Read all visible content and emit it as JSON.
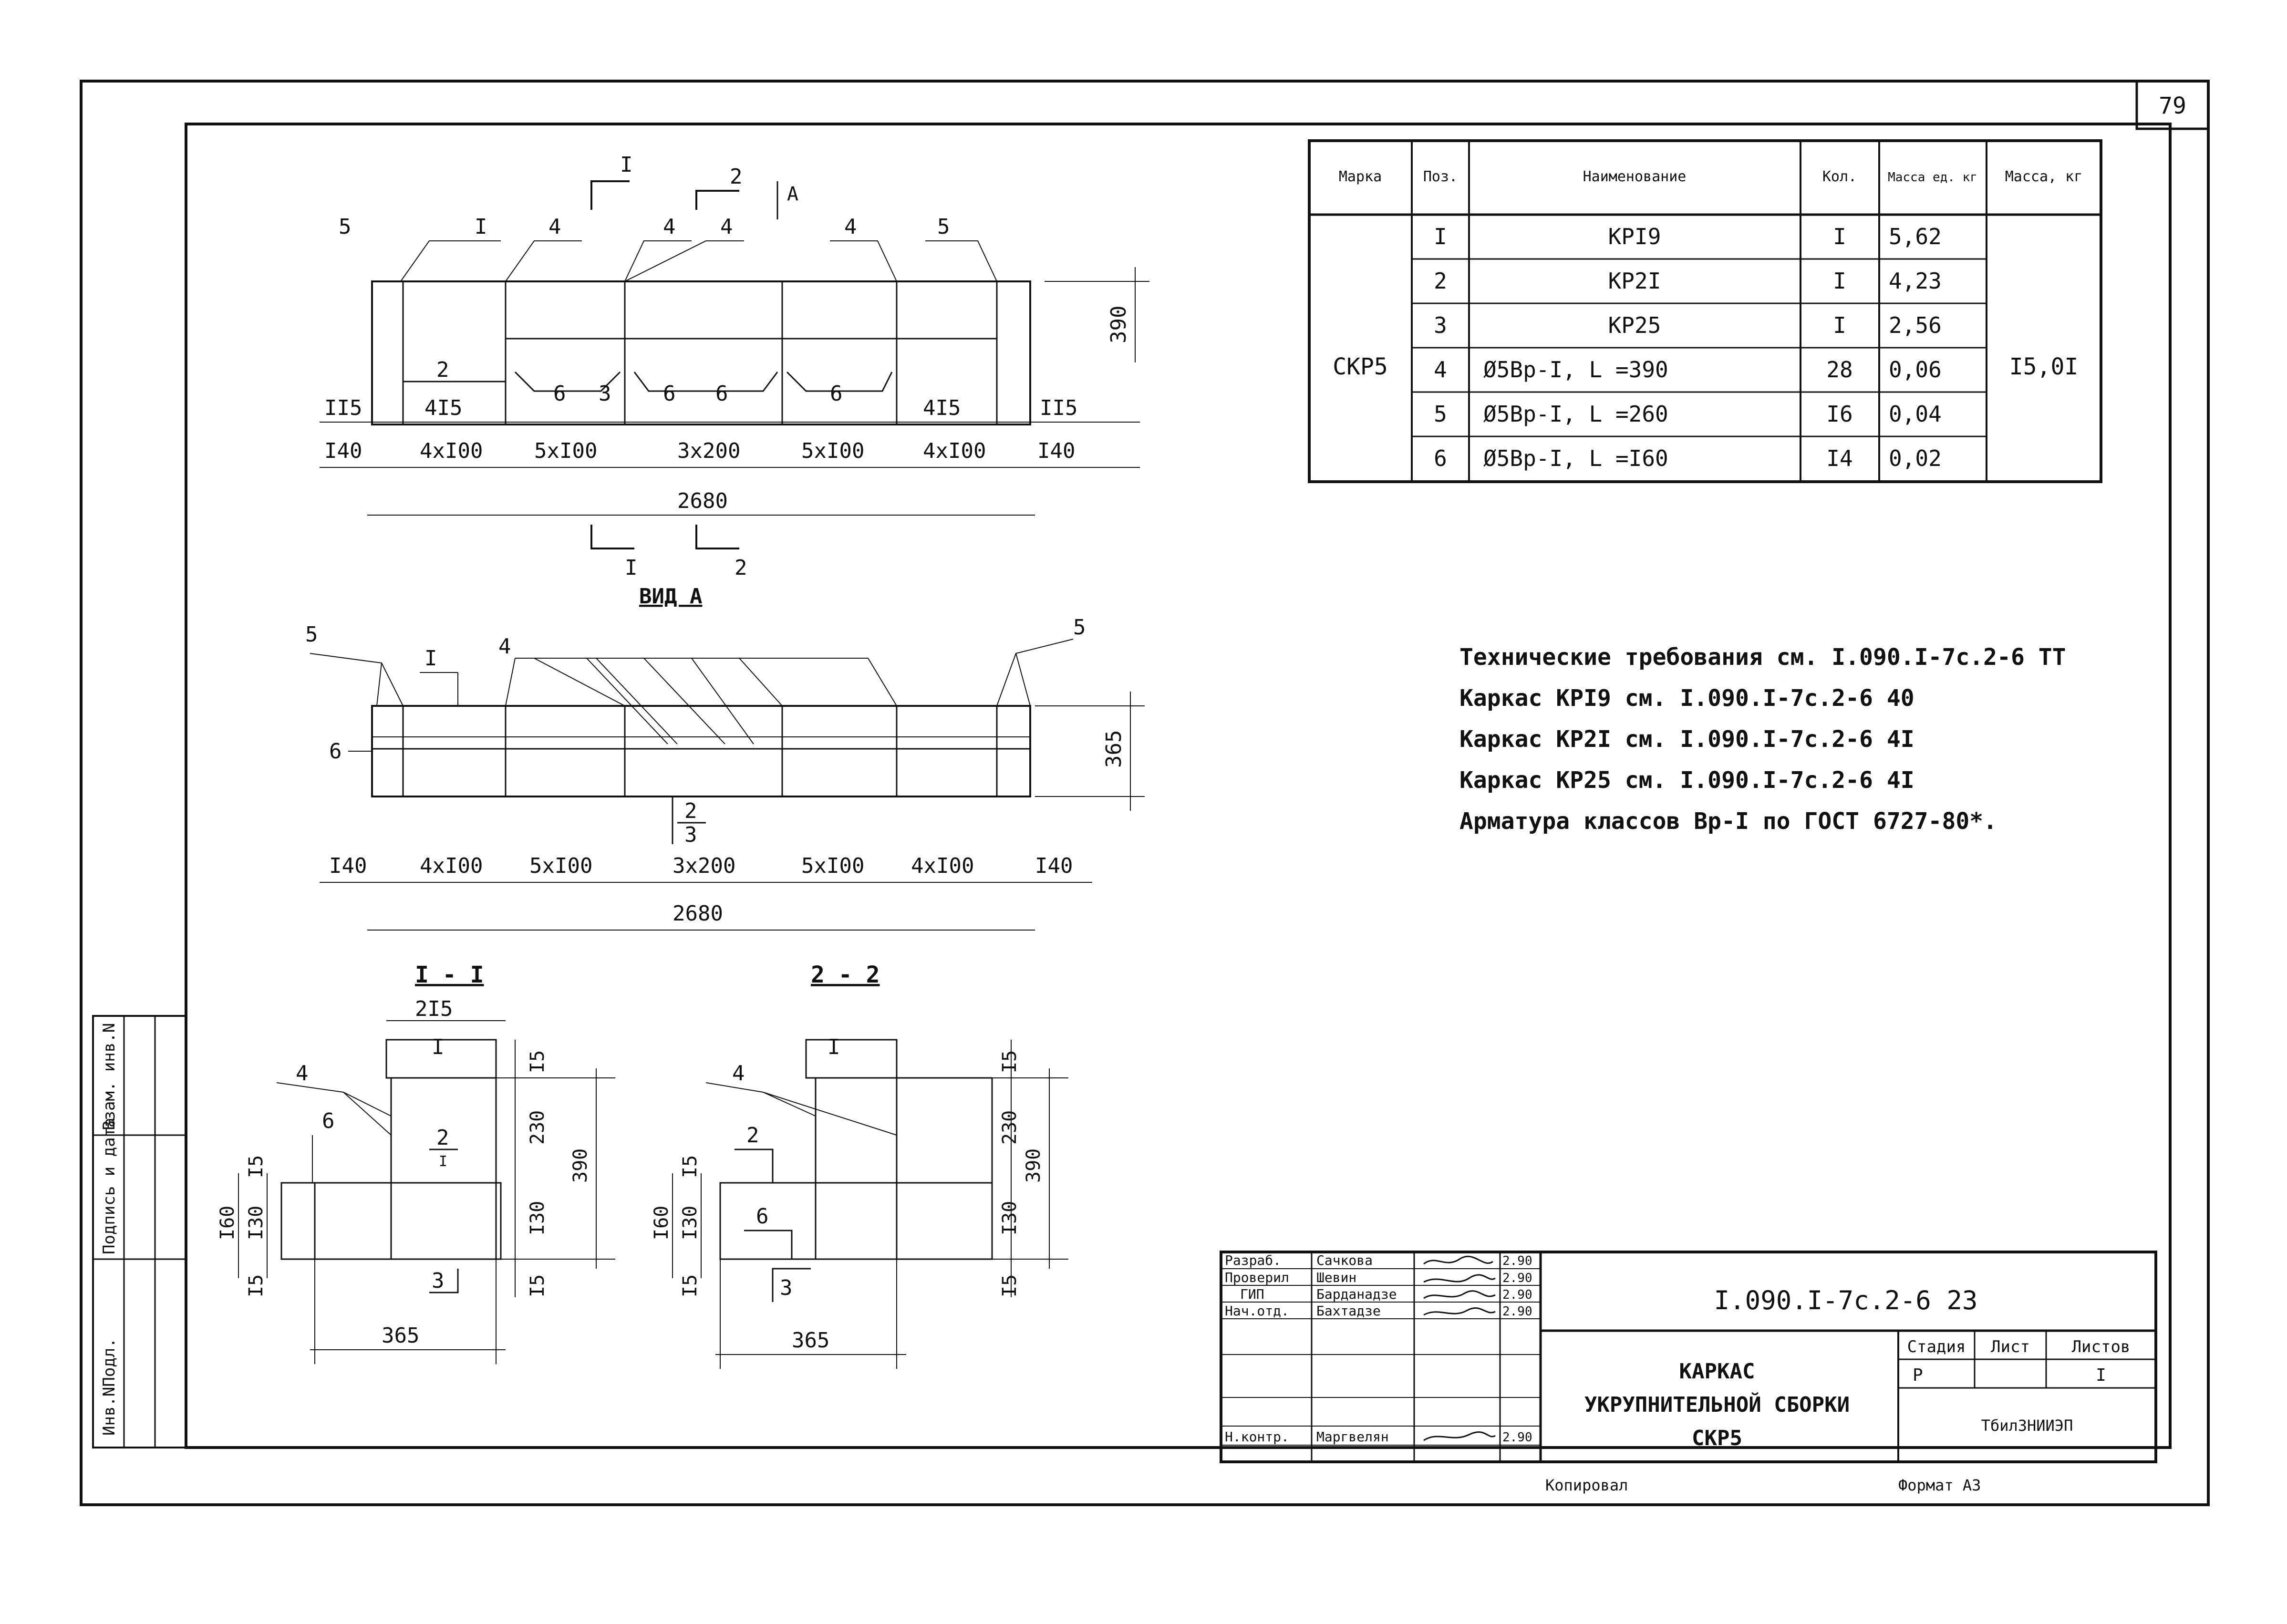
{
  "page_number": "79",
  "drawing_code": "I.090.I-7c.2-6 23",
  "title_lines": [
    "КАРКАС",
    "УКРУПНИТЕЛЬНОЙ СБОРКИ",
    "СКР5"
  ],
  "bottom_left_label": "Копировал",
  "bottom_right_label": "Формат А3",
  "left_strip_labels": [
    "Инв.NПодл.",
    "Подпись и дата",
    "Взам. инв.N"
  ],
  "spec_table": {
    "headers": [
      "Марка",
      "Поз.",
      "Наименование",
      "Кол.",
      "Масса ед. кг",
      "Масса, кг"
    ],
    "mark": "СКР5",
    "total_mass": "I5,0I",
    "rows": [
      {
        "pos": "I",
        "name": "КРI9",
        "qty": "I",
        "mass": "5,62"
      },
      {
        "pos": "2",
        "name": "КР2I",
        "qty": "I",
        "mass": "4,23"
      },
      {
        "pos": "3",
        "name": "КР25",
        "qty": "I",
        "mass": "2,56"
      },
      {
        "pos": "4",
        "name": "Ø5Вр-I, L =390",
        "qty": "28",
        "mass": "0,06"
      },
      {
        "pos": "5",
        "name": "Ø5Вр-I, L =260",
        "qty": "I6",
        "mass": "0,04"
      },
      {
        "pos": "6",
        "name": "Ø5Вр-I, L =I60",
        "qty": "I4",
        "mass": "0,02"
      }
    ]
  },
  "notes": [
    "Технические требования см. I.090.I-7с.2-6 ТТ",
    "Каркас КРI9 см. I.090.I-7с.2-6 40",
    "Каркас КР2I см. I.090.I-7с.2-6 4I",
    "Каркас КР25 см. I.090.I-7с.2-6 4I",
    "Арматура классов Вр-I по ГОСТ 6727-80*."
  ],
  "title_block": {
    "rows": [
      {
        "role": "Разраб.",
        "name": "Сачкова",
        "date": "2.90"
      },
      {
        "role": "Проверил",
        "name": "Шевин",
        "date": "2.90"
      },
      {
        "role": "ГИП",
        "name": "Барданадзе",
        "date": "2.90"
      },
      {
        "role": "Нач.отд.",
        "name": "Бахтадзе",
        "date": "2.90"
      },
      {
        "role": "Н.контр.",
        "name": "Маргвелян",
        "date": "2.90"
      }
    ],
    "stage_header": "Стадия",
    "sheet_header": "Лист",
    "sheets_header": "Листов",
    "stage": "Р",
    "sheets": "I",
    "organization": "ТбилЗНИИЭП"
  },
  "plan_view": {
    "section_marks": [
      "I",
      "2"
    ],
    "view_mark": "А",
    "pos_labels": [
      "5",
      "I",
      "4",
      "4",
      "4",
      "4",
      "5",
      "2",
      "6",
      "3",
      "6",
      "6",
      "6"
    ],
    "row1_dims": [
      "II5",
      "4I5",
      "4I5",
      "II5"
    ],
    "row2_dims": [
      "I40",
      "4xI00",
      "5xI00",
      "3x200",
      "5xI00",
      "4xI00",
      "I40"
    ],
    "total": "2680",
    "height": "390"
  },
  "view_a": {
    "title": "ВИД А",
    "pos_labels": [
      "5",
      "I",
      "4",
      "5",
      "6"
    ],
    "dims": [
      "I40",
      "4xI00",
      "5xI00",
      "3x200",
      "5xI00",
      "4xI00",
      "I40"
    ],
    "total": "2680",
    "height": "365",
    "frac_top": "2",
    "frac_bottom": "3"
  },
  "section_1": {
    "title": "I - I",
    "top_dim": "2I5",
    "labels": [
      "I",
      "4",
      "6",
      "2",
      "I",
      "3"
    ],
    "right_dims": [
      "I5",
      "230",
      "I30",
      "I5"
    ],
    "overall": "390",
    "left_dims": [
      "I5",
      "I30",
      "I5"
    ],
    "left_overall": "I60",
    "bottom": "365"
  },
  "section_2": {
    "title": "2 - 2",
    "labels": [
      "I",
      "4",
      "2",
      "6",
      "3"
    ],
    "right_dims": [
      "I5",
      "230",
      "I30",
      "I5"
    ],
    "overall": "390",
    "left_dims": [
      "I5",
      "I30",
      "I5"
    ],
    "left_overall": "I60",
    "bottom": "365"
  }
}
